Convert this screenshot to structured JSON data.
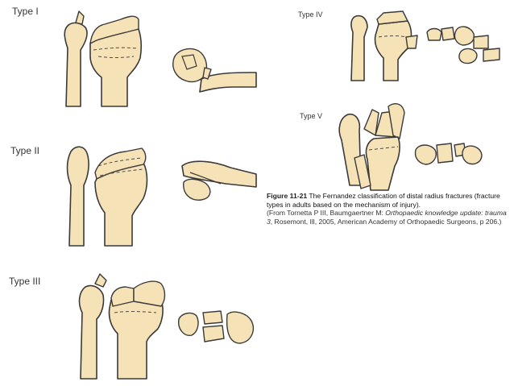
{
  "diagram": {
    "labels": {
      "type1": "Type I",
      "type2": "Type II",
      "type3": "Type III",
      "type4": "Type IV",
      "type5": "Type V"
    },
    "caption": {
      "figure_number": "Figure 11-21",
      "text": "The Fernandez classification of distal radius fractures (fracture types in adults based on the mechanism of injury).",
      "credit_prefix": "(From Tornetta P III, Baumgaertner M: ",
      "credit_title": "Orthopaedic knowledge update: trauma 3",
      "credit_suffix": ", Rosemont, Ill, 2005, American Academy of Orthopaedic Surgeons, p 206.)"
    }
  }
}
